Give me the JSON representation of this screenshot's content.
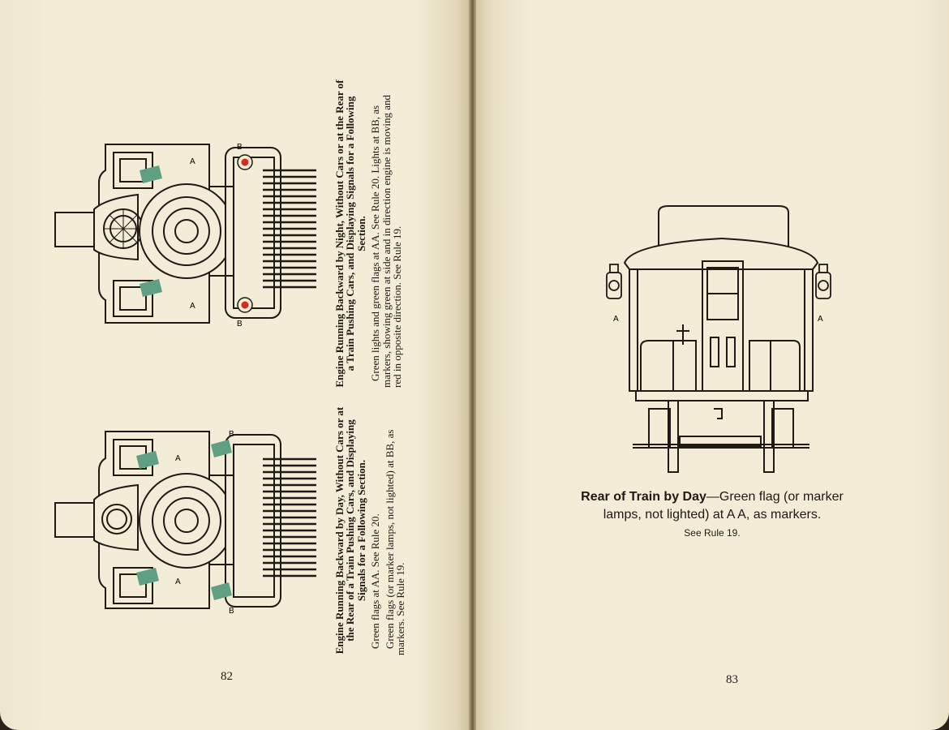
{
  "left_page": {
    "page_number": "82",
    "figure_top": {
      "title": "Engine Running Backward by Night, Without Cars or at the Rear of a Train Pushing Cars, and Displaying Signals for a Following Section.",
      "body": "Green lights and green flags at AA. See Rule 20. Lights at BB, as markers, showing green at side and in direction engine is moving and red in opposite direction. See Rule 19.",
      "labels": [
        "A",
        "A",
        "B",
        "B"
      ]
    },
    "figure_bottom": {
      "title": "Engine Running Backward by Day, Without Cars or at the Rear of a Train Pushing Cars, and Displaying Signals for a Following Section.",
      "body1": "Green flags at AA. See Rule 20.",
      "body2": "Green flags (or marker lamps, not lighted) at BB, as markers. See Rule 19.",
      "labels": [
        "A",
        "A",
        "B",
        "B"
      ]
    }
  },
  "right_page": {
    "page_number": "83",
    "caption_bold": "Rear of Train by Day",
    "caption_rest": "—Green flag (or marker lamps, not lighted) at A A, as markers.",
    "caption_ref": "See Rule 19.",
    "labels": [
      "A",
      "A"
    ]
  },
  "colors": {
    "paper": "#f1ead3",
    "ink": "#1e1a14",
    "flag_green": "#5f9f84",
    "lamp_red": "#d62a1a"
  }
}
